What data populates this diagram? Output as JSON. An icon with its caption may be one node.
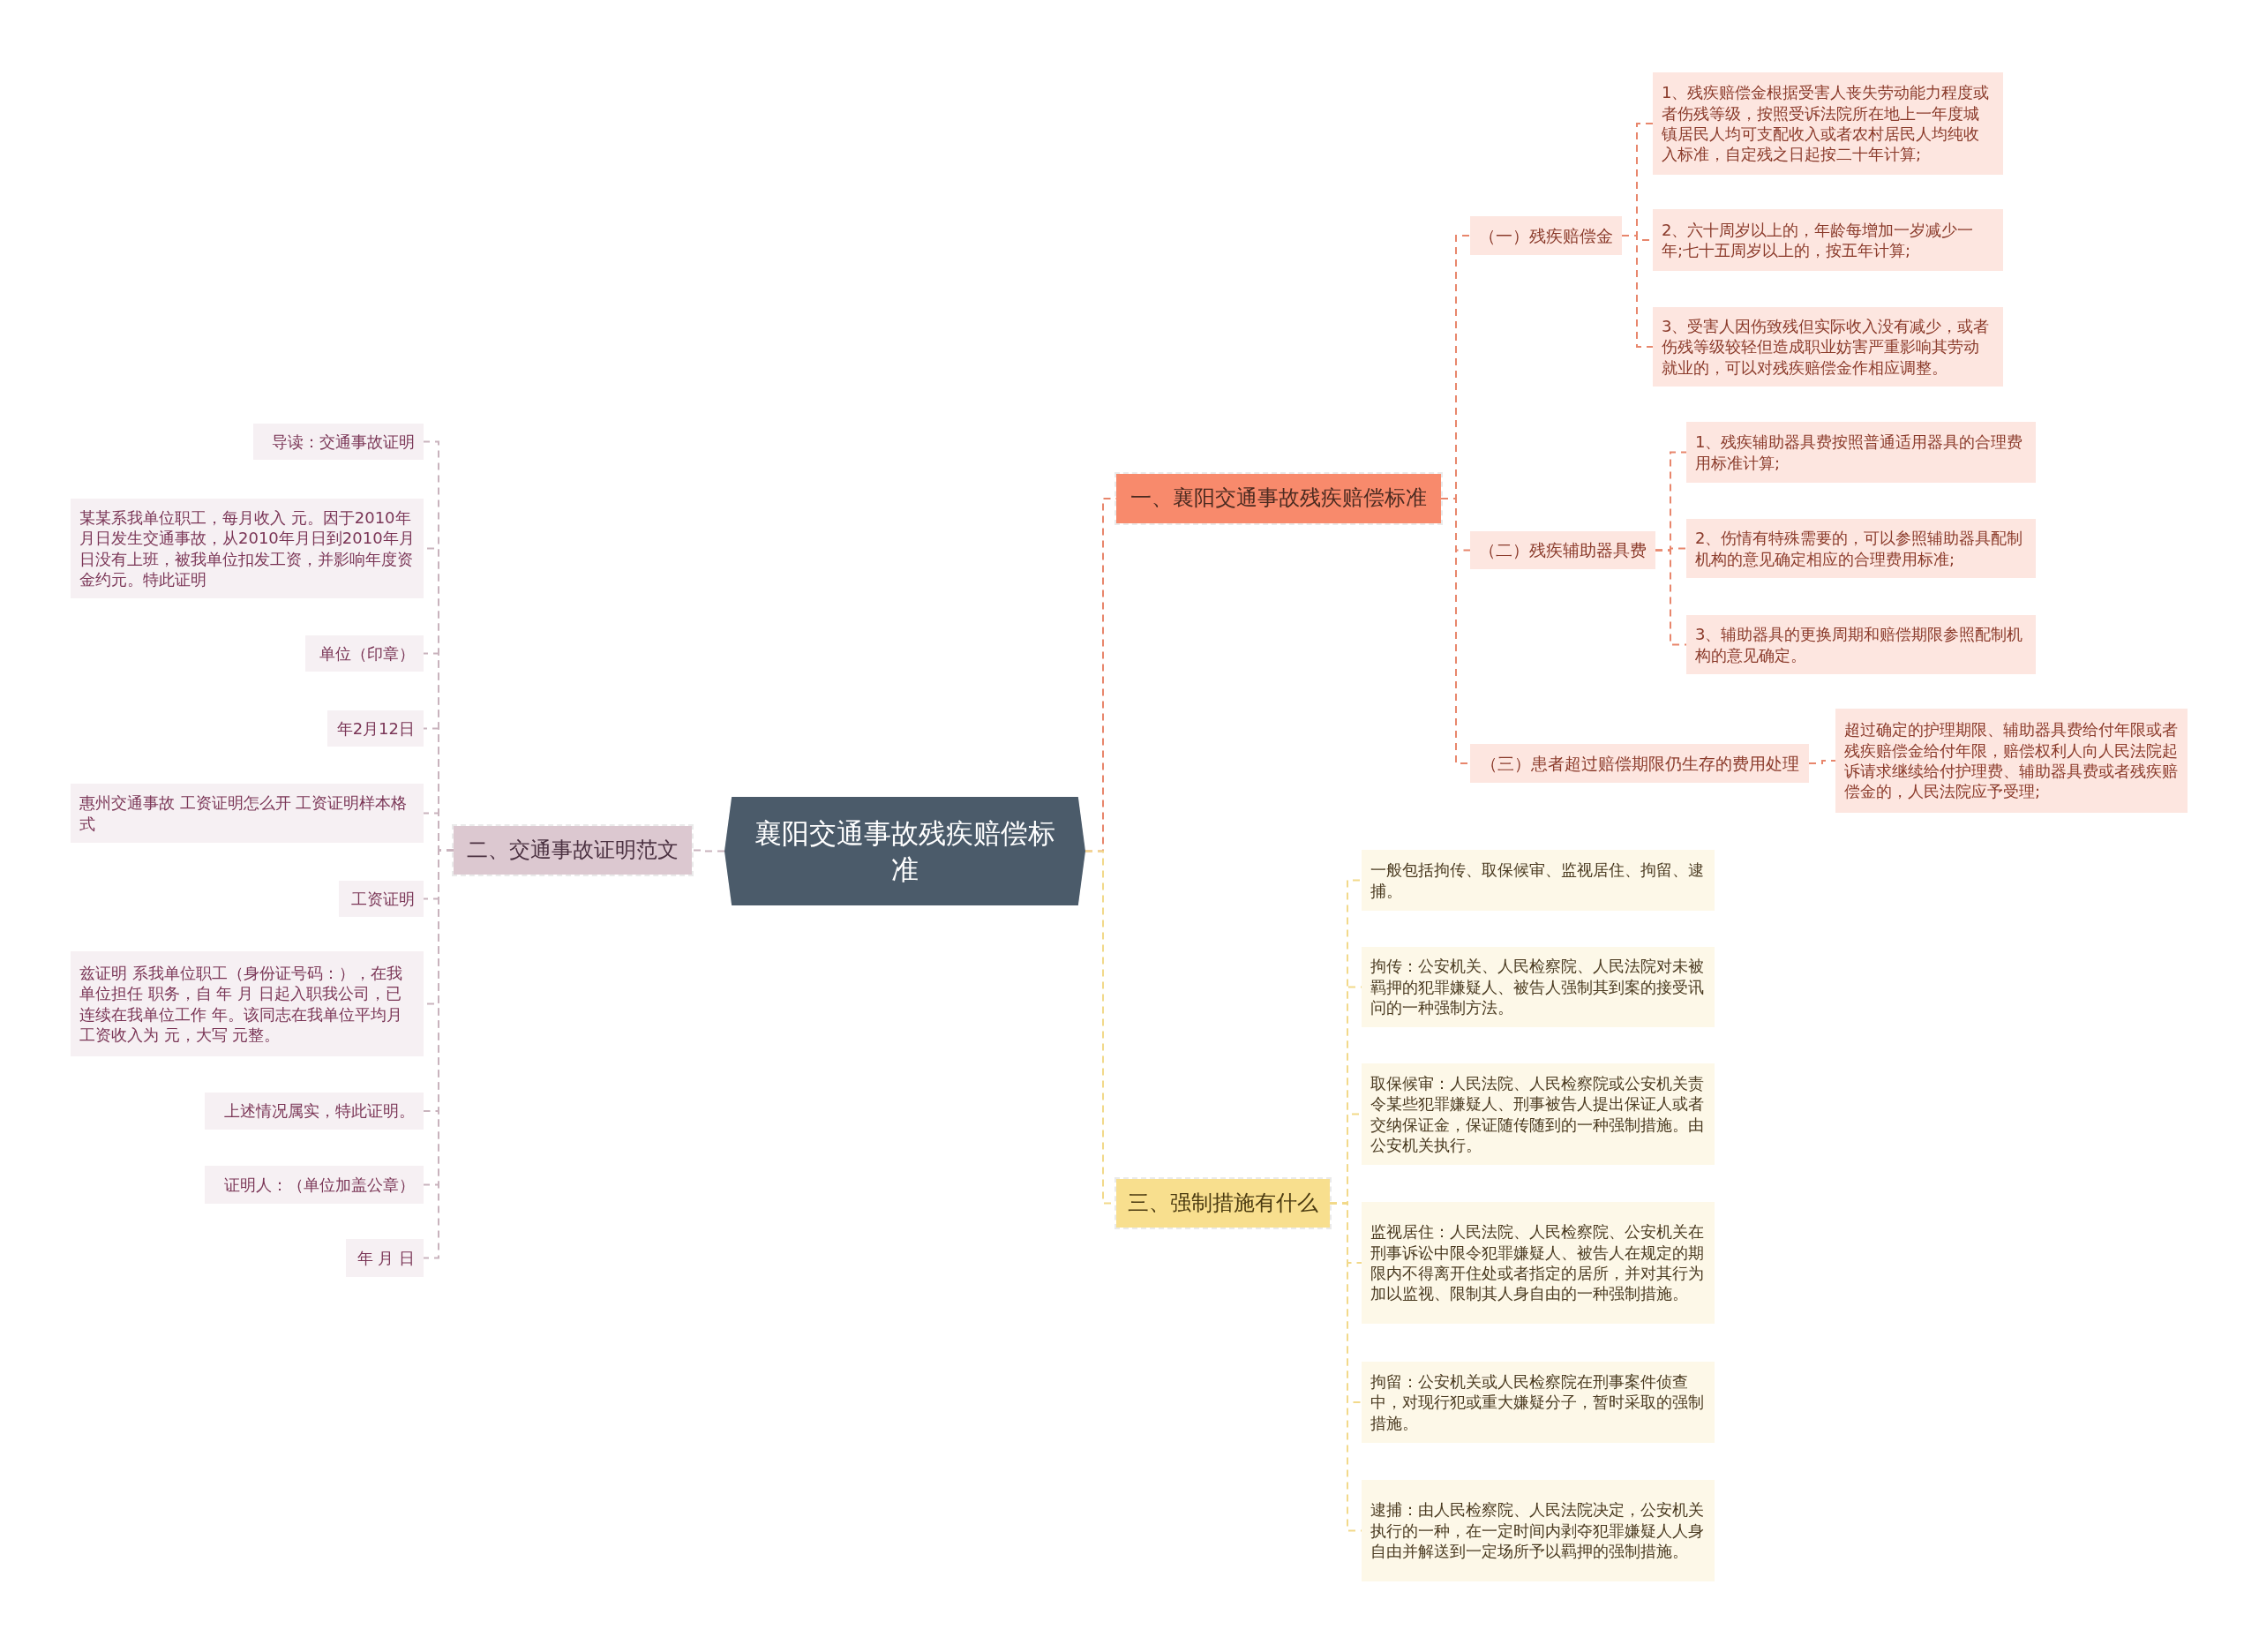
{
  "diagram": {
    "nodes": [
      {
        "text": [
          "襄阳交通事故残疾赔偿标准"
        ]
      },
      {
        "text": [
          "一、襄阳交通事故残疾赔偿标准"
        ]
      },
      {
        "text": [
          "（一）残疾赔偿金"
        ]
      },
      {
        "text": [
          "1、残疾赔偿金根据受害人丧失劳动能力程度或者伤残等级，按照受诉法院所在地上一年度城镇居民人均可支配收入或者农村居民人均纯收入标准，自定残之日起按二十年计算;"
        ]
      },
      {
        "text": [
          "2、六十周岁以上的，年龄每增加一岁减少一年;七十五周岁以上的，按五年计算;"
        ]
      },
      {
        "text": [
          "3、受害人因伤致残但实际收入没有减少，或者伤残等级较轻但造成职业妨害严重影响其劳动就业的，可以对残疾赔偿金作相应调整。"
        ]
      },
      {
        "text": [
          "（二）残疾辅助器具费"
        ]
      },
      {
        "text": [
          "1、残疾辅助器具费按照普通适用器具的合理费用标准计算;"
        ]
      },
      {
        "text": [
          "2、伤情有特殊需要的，可以参照辅助器具配制机构的意见确定相应的合理费用标准;"
        ]
      },
      {
        "text": [
          "3、辅助器具的更换周期和赔偿期限参照配制机构的意见确定。"
        ]
      },
      {
        "text": [
          "（三）患者超过赔偿期限仍生存的费用处理"
        ]
      },
      {
        "text": [
          "超过确定的护理期限、辅助器具费给付年限或者残疾赔偿金给付年限，赔偿权利人向人民法院起诉请求继续给付护理费、辅助器具费或者残疾赔偿金的，人民法院应予受理;"
        ]
      },
      {
        "text": [
          "二、交通事故证明范文"
        ]
      },
      {
        "text": [
          "导读：交通事故证明"
        ]
      },
      {
        "text": [
          "某某系我单位职工，每月收入 元。因于2010年月日发生交通事故，从2010年月日到2010年月日没有上班，被我单位扣发工资，并影响年度资金约元。特此证明"
        ]
      },
      {
        "text": [
          "单位（印章）"
        ]
      },
      {
        "text": [
          "年2月12日"
        ]
      },
      {
        "text": [
          "惠州交通事故 工资证明怎么开 工资证明样本格式"
        ]
      },
      {
        "text": [
          "工资证明"
        ]
      },
      {
        "text": [
          "兹证明 系我单位职工（身份证号码：），在我单位担任 职务，自 年 月 日起入职我公司，已连续在我单位工作 年。该同志在我单位平均月工资收入为 元，大写 元整。"
        ]
      },
      {
        "text": [
          "上述情况属实，特此证明。"
        ]
      },
      {
        "text": [
          "证明人：（单位加盖公章）"
        ]
      },
      {
        "text": [
          "年 月 日"
        ]
      },
      {
        "text": [
          "三、强制措施有什么"
        ]
      },
      {
        "text": [
          "一般包括拘传、取保候审、监视居住、拘留、逮捕。"
        ]
      },
      {
        "text": [
          "拘传：公安机关、人民检察院、人民法院对未被羁押的犯罪嫌疑人、被告人强制其到案的接受讯问的一种强制方法。"
        ]
      },
      {
        "text": [
          "取保候审：人民法院、人民检察院或公安机关责令某些犯罪嫌疑人、刑事被告人提出保证人或者交纳保证金，保证随传随到的一种强制措施。由公安机关执行。"
        ]
      },
      {
        "text": [
          "监视居住：人民法院、人民检察院、公安机关在刑事诉讼中限令犯罪嫌疑人、被告人在规定的期限内不得离开住处或者指定的居所，并对其行为加以监视、限制其人身自由的一种强制措施。"
        ]
      },
      {
        "text": [
          "拘留：公安机关或人民检察院在刑事案件侦查中，对现行犯或重大嫌疑分子，暂时采取的强制措施。"
        ]
      },
      {
        "text": [
          "逮捕：由人民检察院、人民法院决定，公安机关执行的一种，在一定时间内剥夺犯罪嫌疑人人身自由并解送到一定场所予以羁押的强制措施。"
        ]
      }
    ],
    "edges": [
      {
        "from": 0,
        "to": 1,
        "arrow": "none",
        "color": "#e8866c"
      },
      {
        "from": 1,
        "to": 2,
        "arrow": "none",
        "color": "#e8866c"
      },
      {
        "from": 2,
        "to": 3,
        "arrow": "none",
        "color": "#e8866c"
      },
      {
        "from": 2,
        "to": 4,
        "arrow": "none",
        "color": "#e8866c"
      },
      {
        "from": 2,
        "to": 5,
        "arrow": "none",
        "color": "#e8866c"
      },
      {
        "from": 1,
        "to": 6,
        "arrow": "none",
        "color": "#e8866c"
      },
      {
        "from": 6,
        "to": 7,
        "arrow": "none",
        "color": "#e8866c"
      },
      {
        "from": 6,
        "to": 8,
        "arrow": "none",
        "color": "#e8866c"
      },
      {
        "from": 6,
        "to": 9,
        "arrow": "none",
        "color": "#e8866c"
      },
      {
        "from": 1,
        "to": 10,
        "arrow": "none",
        "color": "#e8866c"
      },
      {
        "from": 10,
        "to": 11,
        "arrow": "none",
        "color": "#e8866c"
      },
      {
        "from": 0,
        "to": 12,
        "arrow": "none",
        "color": "#c9b3bd"
      },
      {
        "from": 12,
        "to": 13,
        "arrow": "none",
        "color": "#c9b3bd"
      },
      {
        "from": 12,
        "to": 14,
        "arrow": "none",
        "color": "#c9b3bd"
      },
      {
        "from": 12,
        "to": 15,
        "arrow": "none",
        "color": "#c9b3bd"
      },
      {
        "from": 12,
        "to": 16,
        "arrow": "none",
        "color": "#c9b3bd"
      },
      {
        "from": 12,
        "to": 17,
        "arrow": "none",
        "color": "#c9b3bd"
      },
      {
        "from": 12,
        "to": 18,
        "arrow": "none",
        "color": "#c9b3bd"
      },
      {
        "from": 12,
        "to": 19,
        "arrow": "none",
        "color": "#c9b3bd"
      },
      {
        "from": 12,
        "to": 20,
        "arrow": "none",
        "color": "#c9b3bd"
      },
      {
        "from": 12,
        "to": 21,
        "arrow": "none",
        "color": "#c9b3bd"
      },
      {
        "from": 12,
        "to": 22,
        "arrow": "none",
        "color": "#c9b3bd"
      },
      {
        "from": 0,
        "to": 23,
        "arrow": "none",
        "color": "#f2d98a"
      },
      {
        "from": 23,
        "to": 24,
        "arrow": "none",
        "color": "#f2d98a"
      },
      {
        "from": 23,
        "to": 25,
        "arrow": "none",
        "color": "#f2d98a"
      },
      {
        "from": 23,
        "to": 26,
        "arrow": "none",
        "color": "#f2d98a"
      },
      {
        "from": 23,
        "to": 27,
        "arrow": "none",
        "color": "#f2d98a"
      },
      {
        "from": 23,
        "to": 28,
        "arrow": "none",
        "color": "#f2d98a"
      },
      {
        "from": 23,
        "to": 29,
        "arrow": "none",
        "color": "#f2d98a"
      }
    ]
  }
}
